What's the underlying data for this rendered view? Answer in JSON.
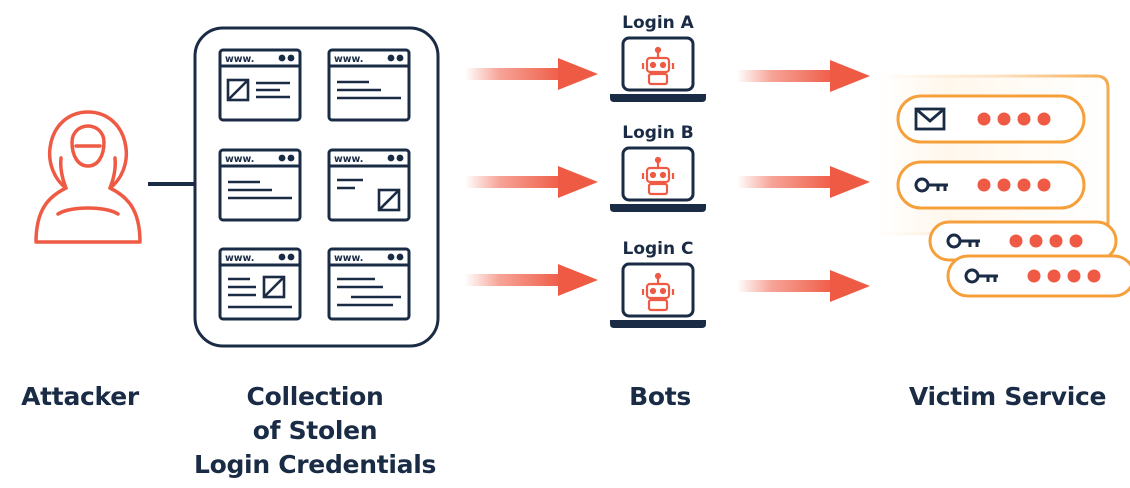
{
  "captions": {
    "attacker": "Attacker",
    "collection": [
      "Collection",
      "of Stolen",
      "Login Credentials"
    ],
    "bots": "Bots",
    "victim": "Victim Service"
  },
  "bots": [
    "Login A",
    "Login B",
    "Login C"
  ],
  "credential_cards": [
    {
      "icon": "envelope-icon",
      "mask": "●●●●"
    },
    {
      "icon": "key-icon",
      "mask": "●●●●"
    },
    {
      "icon": "key-icon",
      "mask": "●●●●"
    },
    {
      "icon": "key-icon",
      "mask": "●●●●"
    }
  ],
  "website_label": "www.",
  "colors": {
    "navy": "#1a2b45",
    "red": "#ef5a44",
    "orange": "#f5a03a"
  }
}
